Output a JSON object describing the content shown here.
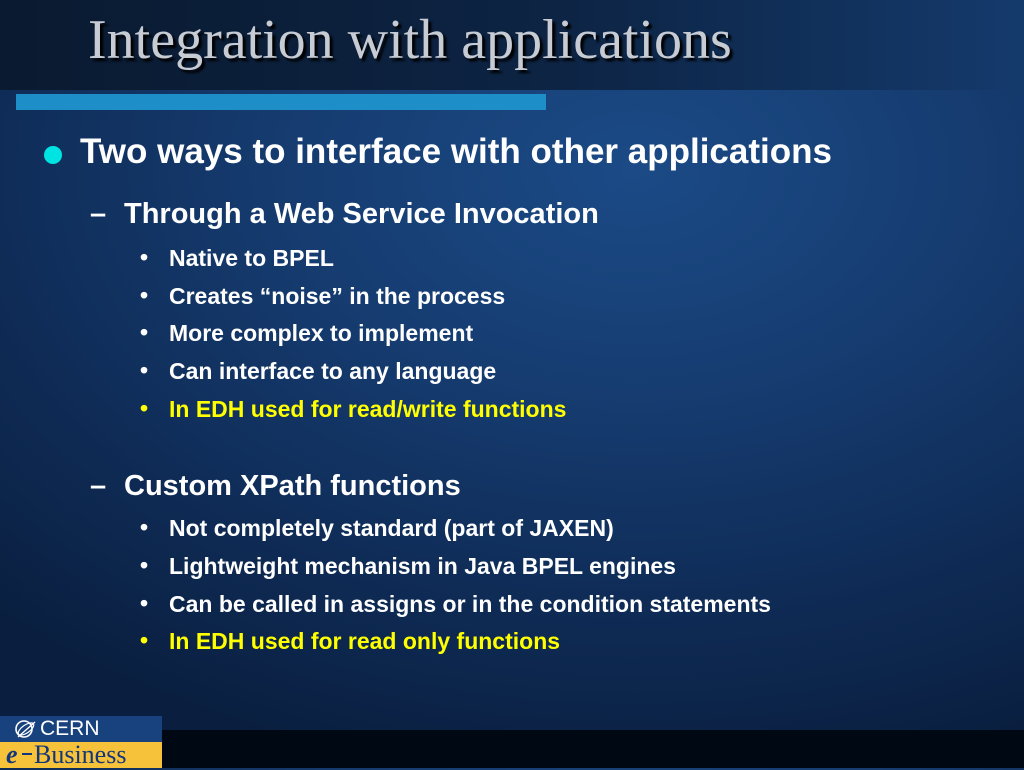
{
  "slide": {
    "title": "Integration with applications",
    "level1": {
      "bullet_symbol": "●",
      "text": "Two ways to interface with other applications"
    },
    "groups": [
      {
        "dash": "–",
        "heading": "Through a Web Service Invocation",
        "items": [
          {
            "bullet": "•",
            "text": "Native to BPEL",
            "color": "#ffffff"
          },
          {
            "bullet": "•",
            "text": "Creates “noise” in the process",
            "color": "#ffffff"
          },
          {
            "bullet": "•",
            "text": "More complex to implement",
            "color": "#ffffff"
          },
          {
            "bullet": "•",
            "text": "Can interface to any language",
            "color": "#ffffff"
          },
          {
            "bullet": "•",
            "text": "In EDH used for read/write functions",
            "color": "#ffff00"
          }
        ]
      },
      {
        "dash": "–",
        "heading": "Custom XPath functions",
        "items": [
          {
            "bullet": "•",
            "text": "Not completely standard (part of JAXEN)",
            "color": "#ffffff"
          },
          {
            "bullet": "•",
            "text": "Lightweight mechanism in Java BPEL engines",
            "color": "#ffffff"
          },
          {
            "bullet": "•",
            "text": "Can be called in assigns or in the condition statements",
            "color": "#ffffff"
          },
          {
            "bullet": "•",
            "text": "In EDH used for read only functions",
            "color": "#ffff00"
          }
        ]
      }
    ]
  },
  "logo": {
    "organization": "CERN",
    "e_letter": "e",
    "business": "Business",
    "top_color": "#18427e",
    "bottom_color": "#f6c23a"
  },
  "theme": {
    "accent_bar_color": "#1e8ec9",
    "level1_bullet_color": "#00e3e3",
    "highlight_color": "#ffff00",
    "text_color": "#ffffff"
  }
}
